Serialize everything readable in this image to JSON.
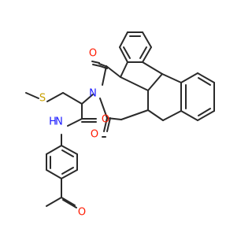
{
  "molecule": {
    "colors": {
      "bond": "#2a2a2a",
      "oxygen": "#ff1a00",
      "nitrogen": "#1a1aff",
      "sulfur": "#c8a000",
      "carbon": "#2a2a2a",
      "background": "#ffffff"
    },
    "atom_labels": {
      "oxygen_top": "O",
      "oxygen_mid": "O",
      "oxygen_amide": "O",
      "oxygen_acetyl": "O",
      "nitrogen_imide": "N",
      "nitrogen_amide": "N",
      "amide_hydrogen": "H",
      "sulfur": "S"
    }
  }
}
